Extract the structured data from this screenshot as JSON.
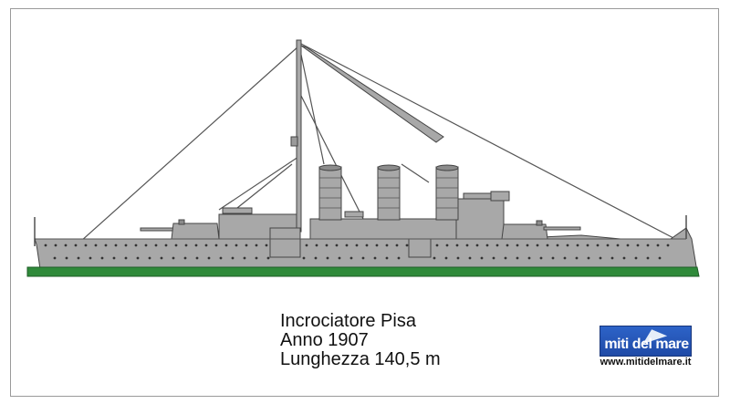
{
  "caption": {
    "line1": "Incrociatore Pisa",
    "line2": "Anno 1907",
    "line3": "Lunghezza 140,5 m"
  },
  "logo": {
    "title": "miti del mare",
    "url": "www.mitidelmare.it"
  },
  "colors": {
    "hull": "#a8a8a8",
    "waterline": "#2f8a3a",
    "outline": "#444444",
    "rigging": "#555555",
    "logo_blue": "#2d63c8"
  }
}
